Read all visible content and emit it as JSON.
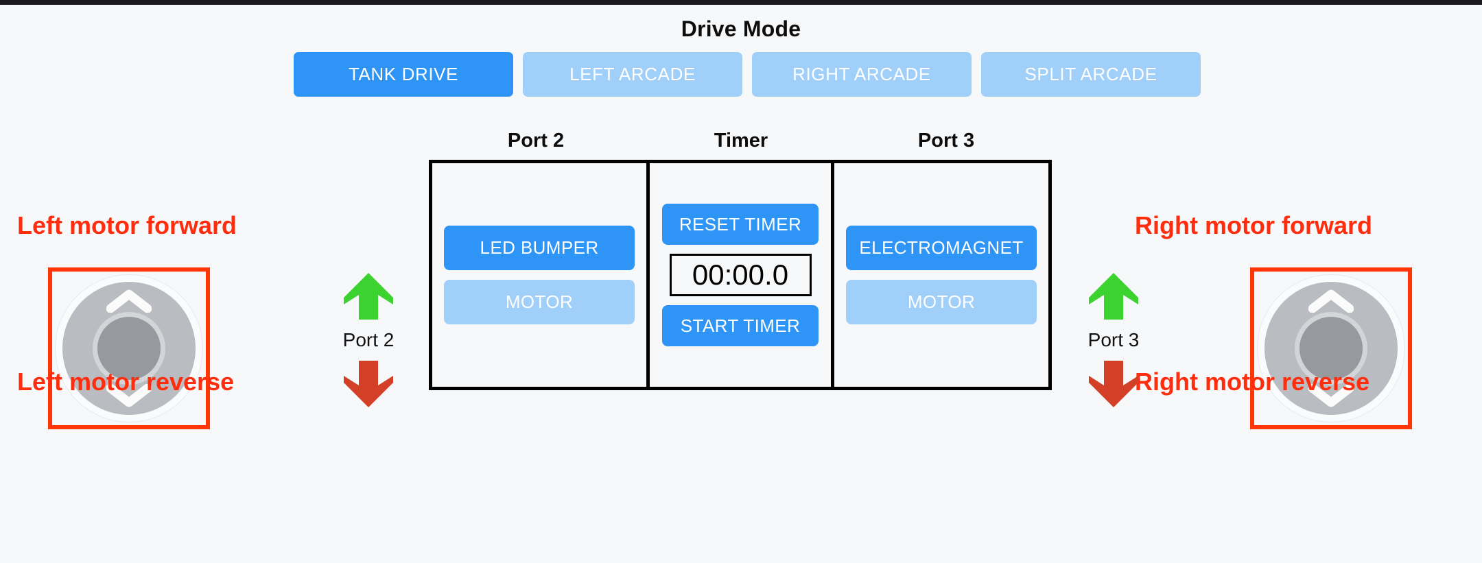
{
  "drive_mode": {
    "title": "Drive Mode",
    "modes": [
      {
        "label": "TANK DRIVE",
        "active": true
      },
      {
        "label": "LEFT ARCADE",
        "active": false
      },
      {
        "label": "RIGHT ARCADE",
        "active": false
      },
      {
        "label": "SPLIT ARCADE",
        "active": false
      }
    ]
  },
  "panel": {
    "headers": {
      "port2": "Port 2",
      "timer": "Timer",
      "port3": "Port 3"
    },
    "port2": {
      "buttons": [
        {
          "label": "LED BUMPER",
          "active": true
        },
        {
          "label": "MOTOR",
          "active": false
        }
      ]
    },
    "port3": {
      "buttons": [
        {
          "label": "ELECTROMAGNET",
          "active": true
        },
        {
          "label": "MOTOR",
          "active": false
        }
      ]
    },
    "timer": {
      "reset_label": "RESET TIMER",
      "start_label": "START TIMER",
      "value": "00:00.0"
    }
  },
  "left_control": {
    "forward_label": "Left motor forward",
    "reverse_label": "Left motor reverse",
    "port_tag": "Port 2"
  },
  "right_control": {
    "forward_label": "Right motor forward",
    "reverse_label": "Right motor reverse",
    "port_tag": "Port 3"
  },
  "colors": {
    "accent_active": "#2e94f5",
    "accent_inactive": "#a0cffa",
    "callout_red": "#ff2d0d",
    "box_red": "#ff3508",
    "arrow_up_green": "#3cd230",
    "arrow_down_red": "#d33f27",
    "background": "#f6f8fa",
    "panel_border": "#000000"
  }
}
